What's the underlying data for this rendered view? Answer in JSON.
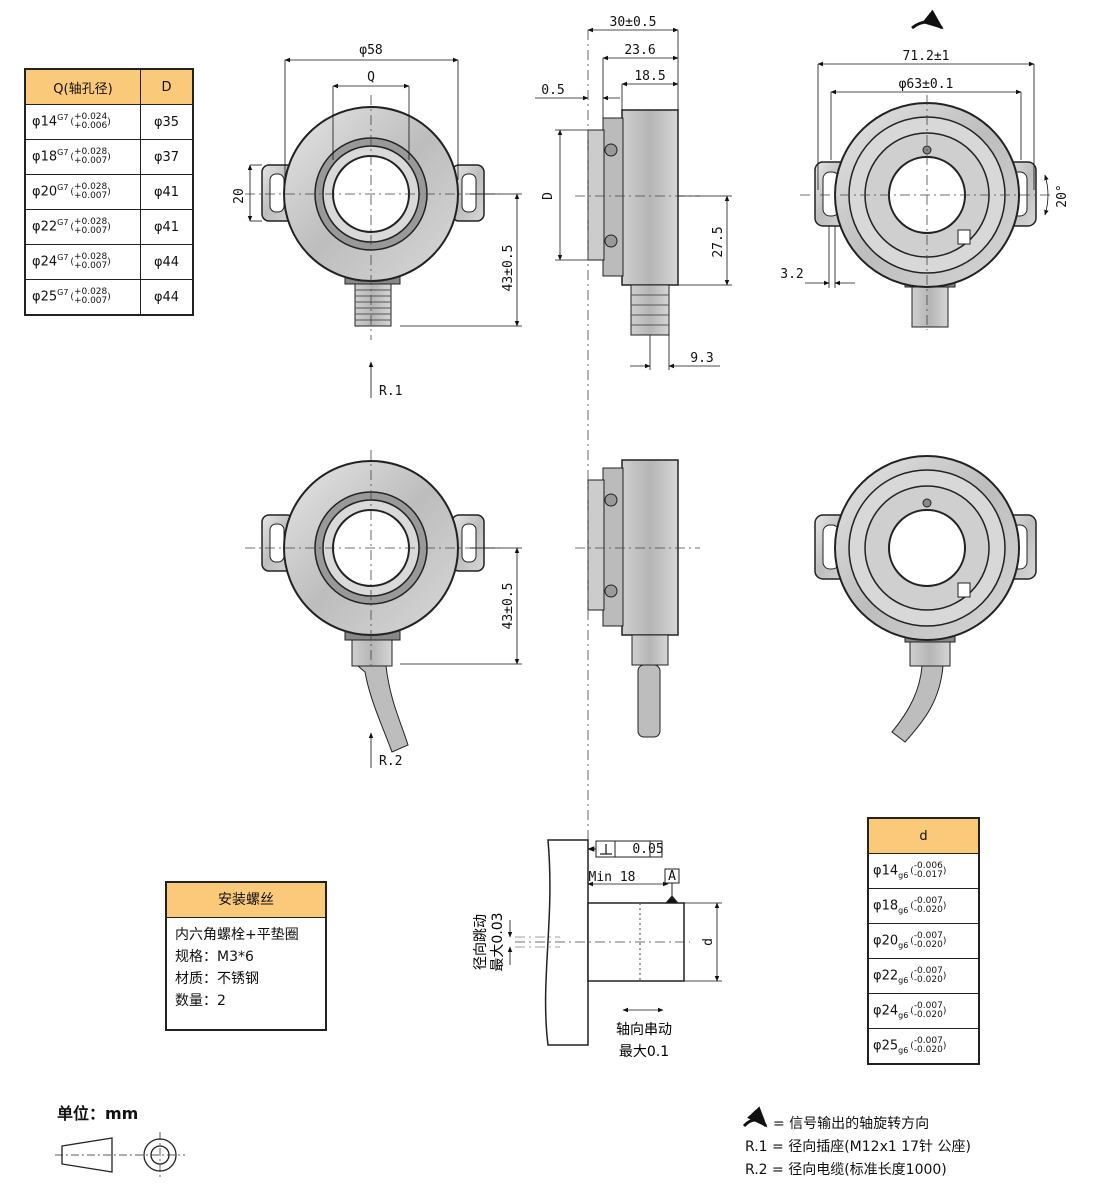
{
  "q_table": {
    "header_q": "Q(轴孔径)",
    "header_d": "D",
    "rows": [
      {
        "q": "φ14",
        "fit": "G7",
        "tol_upper": "+0.024",
        "tol_lower": "+0.006",
        "d": "φ35"
      },
      {
        "q": "φ18",
        "fit": "G7",
        "tol_upper": "+0.028",
        "tol_lower": "+0.007",
        "d": "φ37"
      },
      {
        "q": "φ20",
        "fit": "G7",
        "tol_upper": "+0.028",
        "tol_lower": "+0.007",
        "d": "φ41"
      },
      {
        "q": "φ22",
        "fit": "G7",
        "tol_upper": "+0.028",
        "tol_lower": "+0.007",
        "d": "φ41"
      },
      {
        "q": "φ24",
        "fit": "G7",
        "tol_upper": "+0.028",
        "tol_lower": "+0.007",
        "d": "φ44"
      },
      {
        "q": "φ25",
        "fit": "G7",
        "tol_upper": "+0.028",
        "tol_lower": "+0.007",
        "d": "φ44"
      }
    ]
  },
  "d_table": {
    "header": "d",
    "rows": [
      {
        "d": "φ14",
        "fit": "g6",
        "tol_upper": "-0.006",
        "tol_lower": "-0.017"
      },
      {
        "d": "φ18",
        "fit": "g6",
        "tol_upper": "-0.007",
        "tol_lower": "-0.020"
      },
      {
        "d": "φ20",
        "fit": "g6",
        "tol_upper": "-0.007",
        "tol_lower": "-0.020"
      },
      {
        "d": "φ22",
        "fit": "g6",
        "tol_upper": "-0.007",
        "tol_lower": "-0.020"
      },
      {
        "d": "φ24",
        "fit": "g6",
        "tol_upper": "-0.007",
        "tol_lower": "-0.020"
      },
      {
        "d": "φ25",
        "fit": "g6",
        "tol_upper": "-0.007",
        "tol_lower": "-0.020"
      }
    ]
  },
  "mounting": {
    "title": "安装螺丝",
    "lines": [
      "内六角螺栓+平垫圈",
      "规格：M3*6",
      "材质：不锈钢",
      "数量：2"
    ]
  },
  "units_label": "单位：mm",
  "legend": {
    "rotation": "= 信号输出的轴旋转方向",
    "r1": "R.1 = 径向插座(M12x1 17针 公座)",
    "r2": "R.2 = 径向电缆(标准长度1000)"
  },
  "dimensions": {
    "d58": "φ58",
    "q": "Q",
    "d20": "20",
    "d43": "43±0.5",
    "d43b": "43±0.5",
    "r1": "R.1",
    "r2": "R.2",
    "d30": "30±0.5",
    "d236": "23.6",
    "d185": "18.5",
    "d05": "0.5",
    "dD": "D",
    "d275": "27.5",
    "d93": "9.3",
    "d712": "71.2±1",
    "d63": "φ63±0.1",
    "d32": "3.2",
    "a20": "20°",
    "min18": "Min 18",
    "datum_a": "A",
    "perp_tol": "0.05",
    "radial_runout": "径向跳动",
    "radial_runout_max": "最大0.03",
    "axial_play": "轴向串动",
    "axial_play_max": "最大0.1",
    "shaft_d": "d"
  },
  "colors": {
    "header_fill": "#fbc97a",
    "body_gray": "#c8c8c8",
    "line": "#111111"
  }
}
